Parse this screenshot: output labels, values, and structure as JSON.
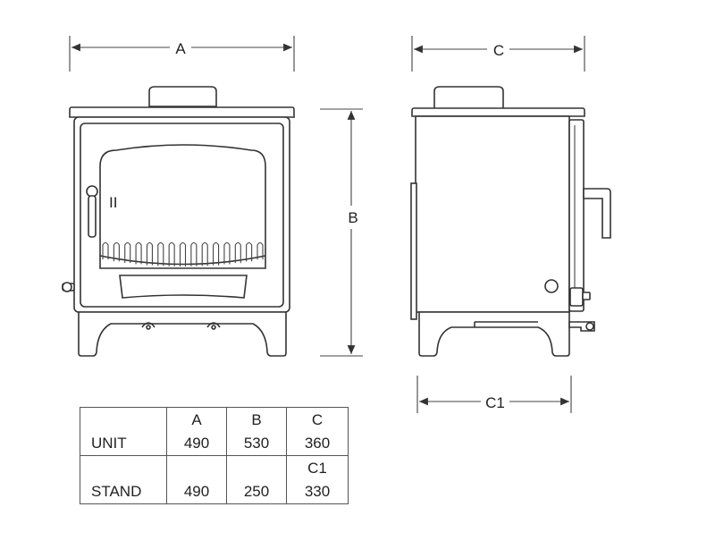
{
  "dimension_labels": {
    "a": "A",
    "b": "B",
    "c": "C",
    "c1": "C1",
    "door_mark": "II"
  },
  "table": {
    "rows": [
      {
        "label": "UNIT",
        "cells": [
          {
            "header": "A",
            "value": "490"
          },
          {
            "header": "B",
            "value": "530"
          },
          {
            "header": "C",
            "value": "360"
          }
        ]
      },
      {
        "label": "STAND",
        "cells": [
          {
            "header": "",
            "value": "490"
          },
          {
            "header": "",
            "value": "250"
          },
          {
            "header": "C1",
            "value": "330"
          }
        ]
      }
    ]
  },
  "colors": {
    "line": "#333333",
    "background": "#ffffff"
  }
}
